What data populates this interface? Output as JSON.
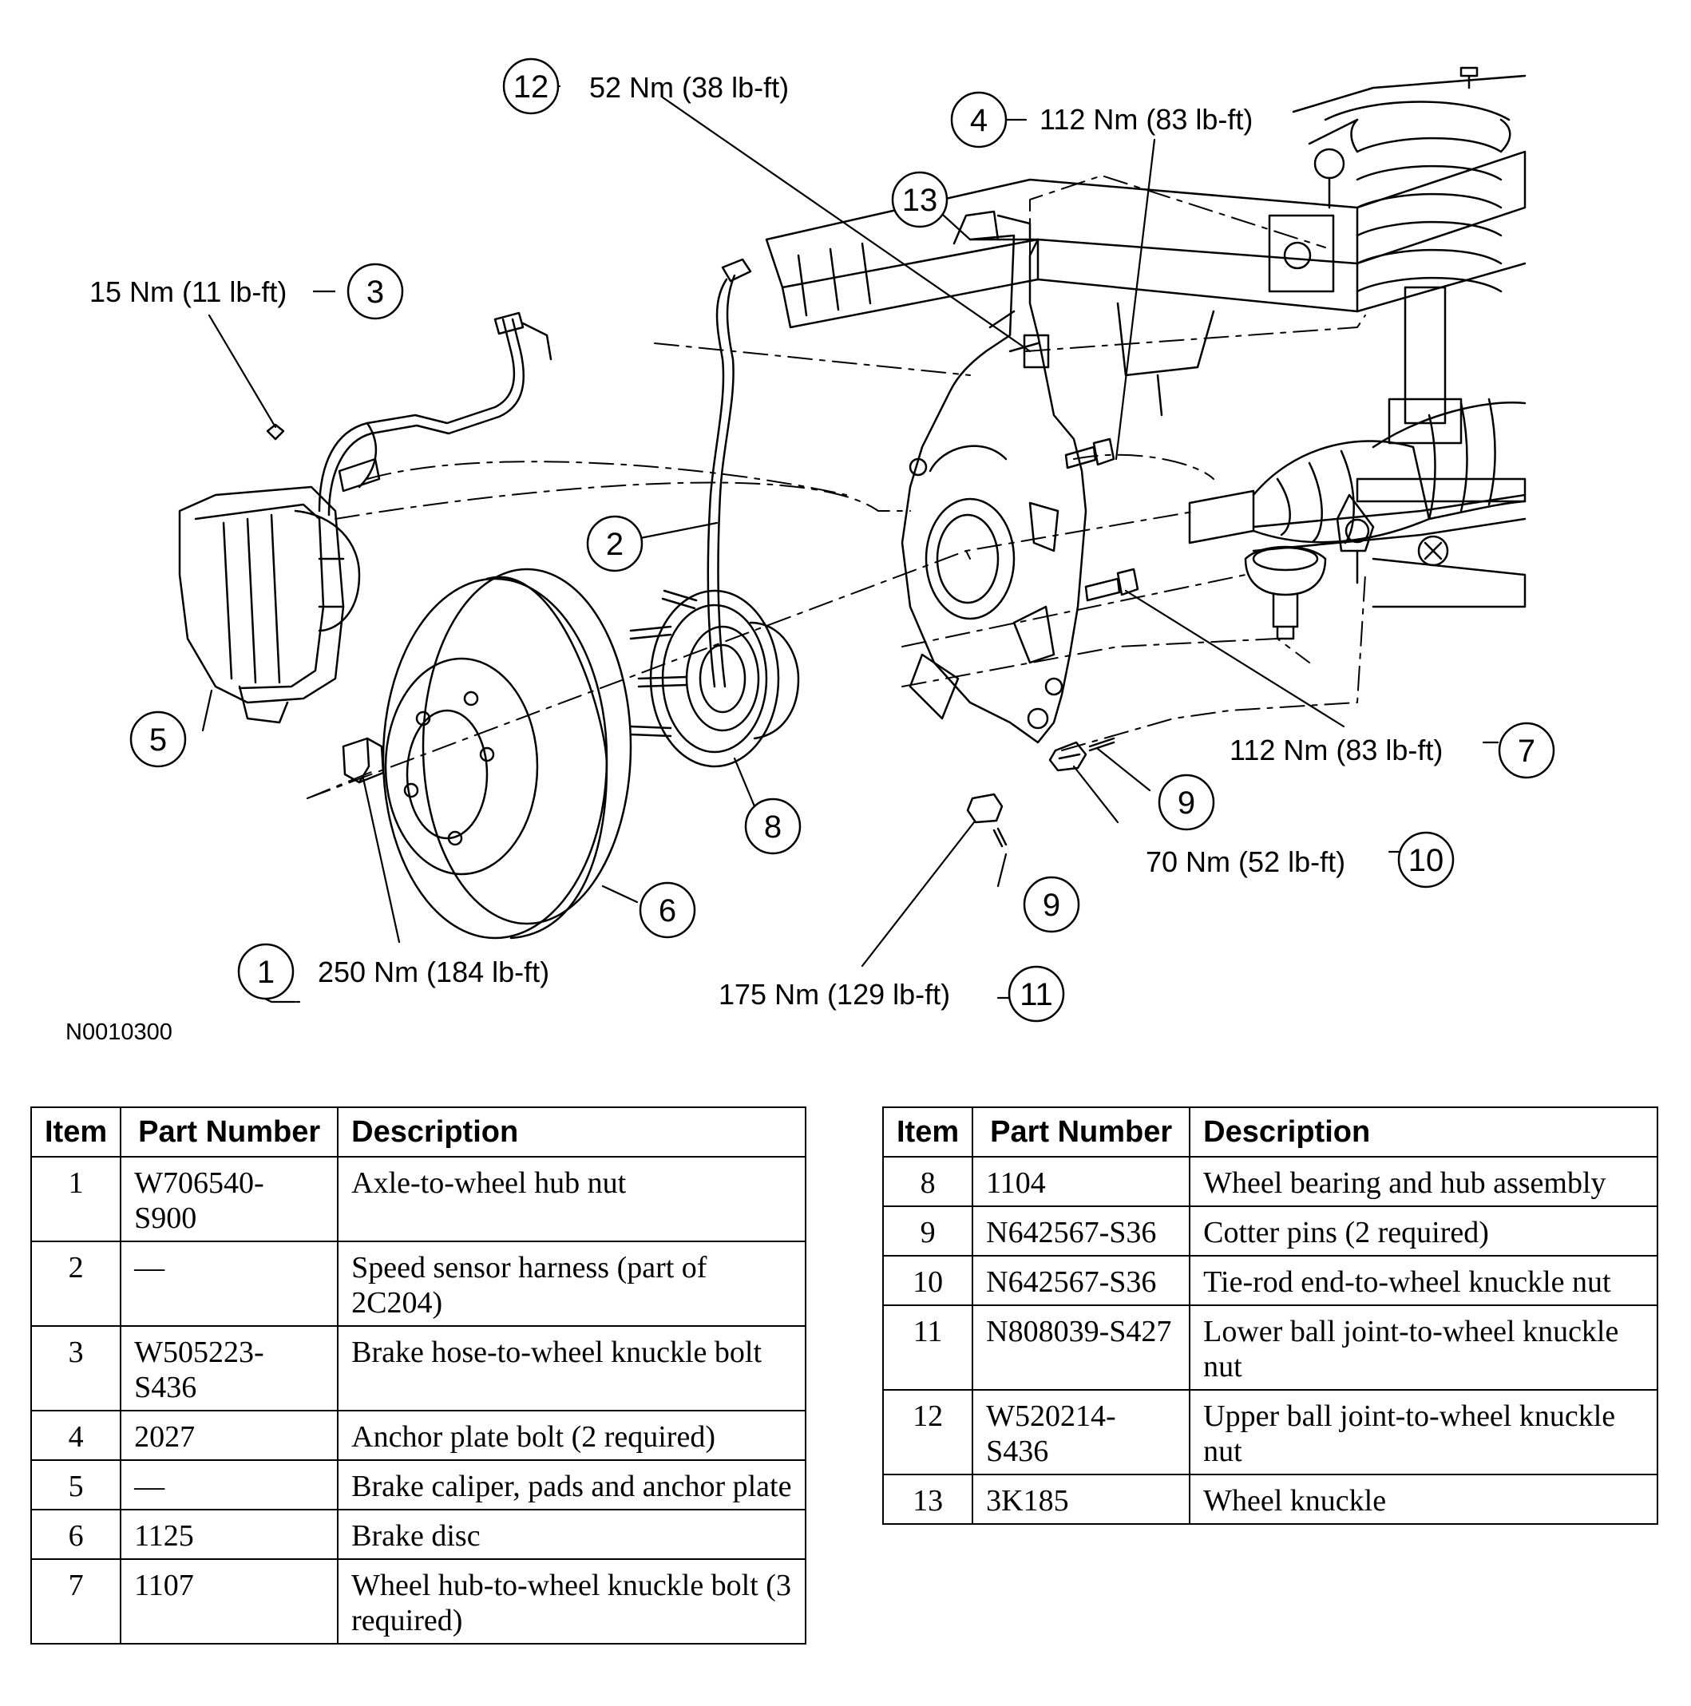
{
  "figure": {
    "id": "N0010300",
    "callouts": [
      {
        "item": "1",
        "torque": "250 Nm (184 lb-ft)"
      },
      {
        "item": "2",
        "torque": ""
      },
      {
        "item": "3",
        "torque": "15 Nm (11 lb-ft)"
      },
      {
        "item": "4",
        "torque": "112 Nm (83 lb-ft)"
      },
      {
        "item": "5",
        "torque": ""
      },
      {
        "item": "6",
        "torque": ""
      },
      {
        "item": "7",
        "torque": "112 Nm (83 lb-ft)"
      },
      {
        "item": "8",
        "torque": ""
      },
      {
        "item": "9",
        "torque": ""
      },
      {
        "item": "9",
        "torque": ""
      },
      {
        "item": "10",
        "torque": "70 Nm (52 lb-ft)"
      },
      {
        "item": "11",
        "torque": "175 Nm (129 lb-ft)"
      },
      {
        "item": "12",
        "torque": "52 Nm (38 lb-ft)"
      },
      {
        "item": "13",
        "torque": ""
      }
    ]
  },
  "table": {
    "headers": {
      "item": "Item",
      "part_number": "Part Number",
      "description": "Description"
    },
    "rows": [
      {
        "item": "1",
        "part_number": "W706540-S900",
        "description": "Axle-to-wheel hub nut"
      },
      {
        "item": "2",
        "part_number": "—",
        "description": "Speed sensor harness (part of 2C204)"
      },
      {
        "item": "3",
        "part_number": "W505223-S436",
        "description": "Brake hose-to-wheel knuckle bolt"
      },
      {
        "item": "4",
        "part_number": "2027",
        "description": "Anchor plate bolt (2 required)"
      },
      {
        "item": "5",
        "part_number": "—",
        "description": "Brake caliper, pads and anchor plate"
      },
      {
        "item": "6",
        "part_number": "1125",
        "description": "Brake disc"
      },
      {
        "item": "7",
        "part_number": "1107",
        "description": "Wheel hub-to-wheel knuckle bolt (3 required)"
      },
      {
        "item": "8",
        "part_number": "1104",
        "description": "Wheel bearing and hub assembly"
      },
      {
        "item": "9",
        "part_number": "N642567-S36",
        "description": "Cotter pins (2 required)"
      },
      {
        "item": "10",
        "part_number": "N642567-S36",
        "description": "Tie-rod end-to-wheel knuckle nut"
      },
      {
        "item": "11",
        "part_number": "N808039-S427",
        "description": "Lower ball joint-to-wheel knuckle nut"
      },
      {
        "item": "12",
        "part_number": "W520214-S436",
        "description": "Upper ball joint-to-wheel knuckle nut"
      },
      {
        "item": "13",
        "part_number": "3K185",
        "description": "Wheel knuckle"
      }
    ]
  }
}
